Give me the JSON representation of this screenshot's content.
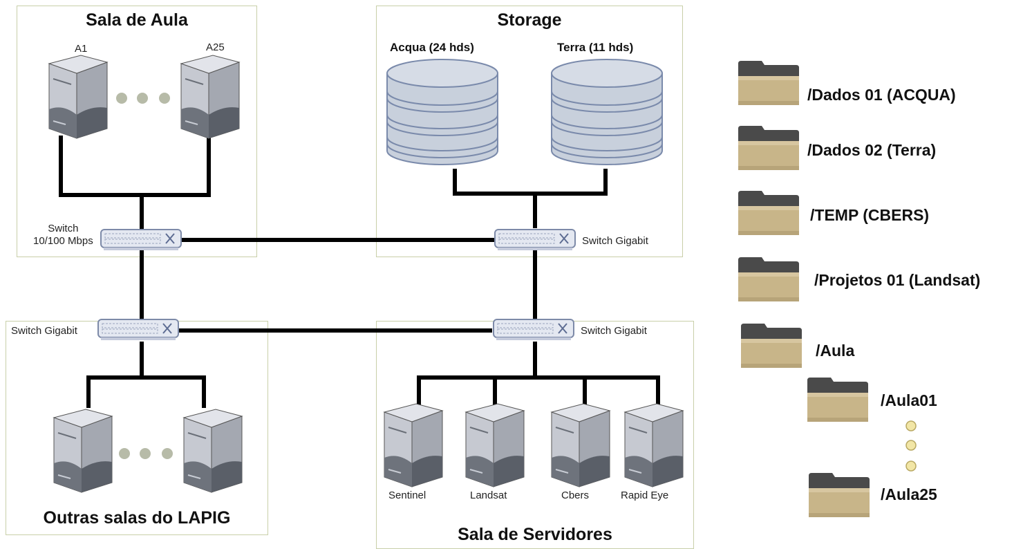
{
  "rooms": {
    "sala_aula": {
      "title": "Sala de Aula"
    },
    "storage": {
      "title": "Storage"
    },
    "outras": {
      "title": "Outras salas do LAPIG"
    },
    "servidores": {
      "title": "Sala de Servidores"
    }
  },
  "computers": {
    "sala_aula_first": "A1",
    "sala_aula_last": "A25"
  },
  "storage_units": {
    "acqua": "Acqua (24 hds)",
    "terra": "Terra (11 hds)"
  },
  "switches": {
    "sala_aula": "Switch\n10/100 Mbps",
    "storage": "Switch Gigabit",
    "outras": "Switch Gigabit",
    "servidores": "Switch Gigabit"
  },
  "servers": [
    "Sentinel",
    "Landsat",
    "Cbers",
    "Rapid Eye"
  ],
  "folders": {
    "dados01": "/Dados 01 (ACQUA)",
    "dados02": "/Dados 02 (Terra)",
    "temp": "/TEMP (CBERS)",
    "projetos01": "/Projetos 01 (Landsat)",
    "aula": "/Aula",
    "aula01": "/Aula01",
    "aula25": "/Aula25"
  },
  "colors": {
    "cable": "#000000",
    "room_border": "#c8cfa8",
    "ellipsis_dot": "#b7bba8",
    "folder_dot": "#f2e6a6",
    "folder_body": "#c8b589",
    "folder_tab": "#4a4a4a",
    "disk": "#c8d0dc",
    "disk_stroke": "#7a8aab"
  }
}
